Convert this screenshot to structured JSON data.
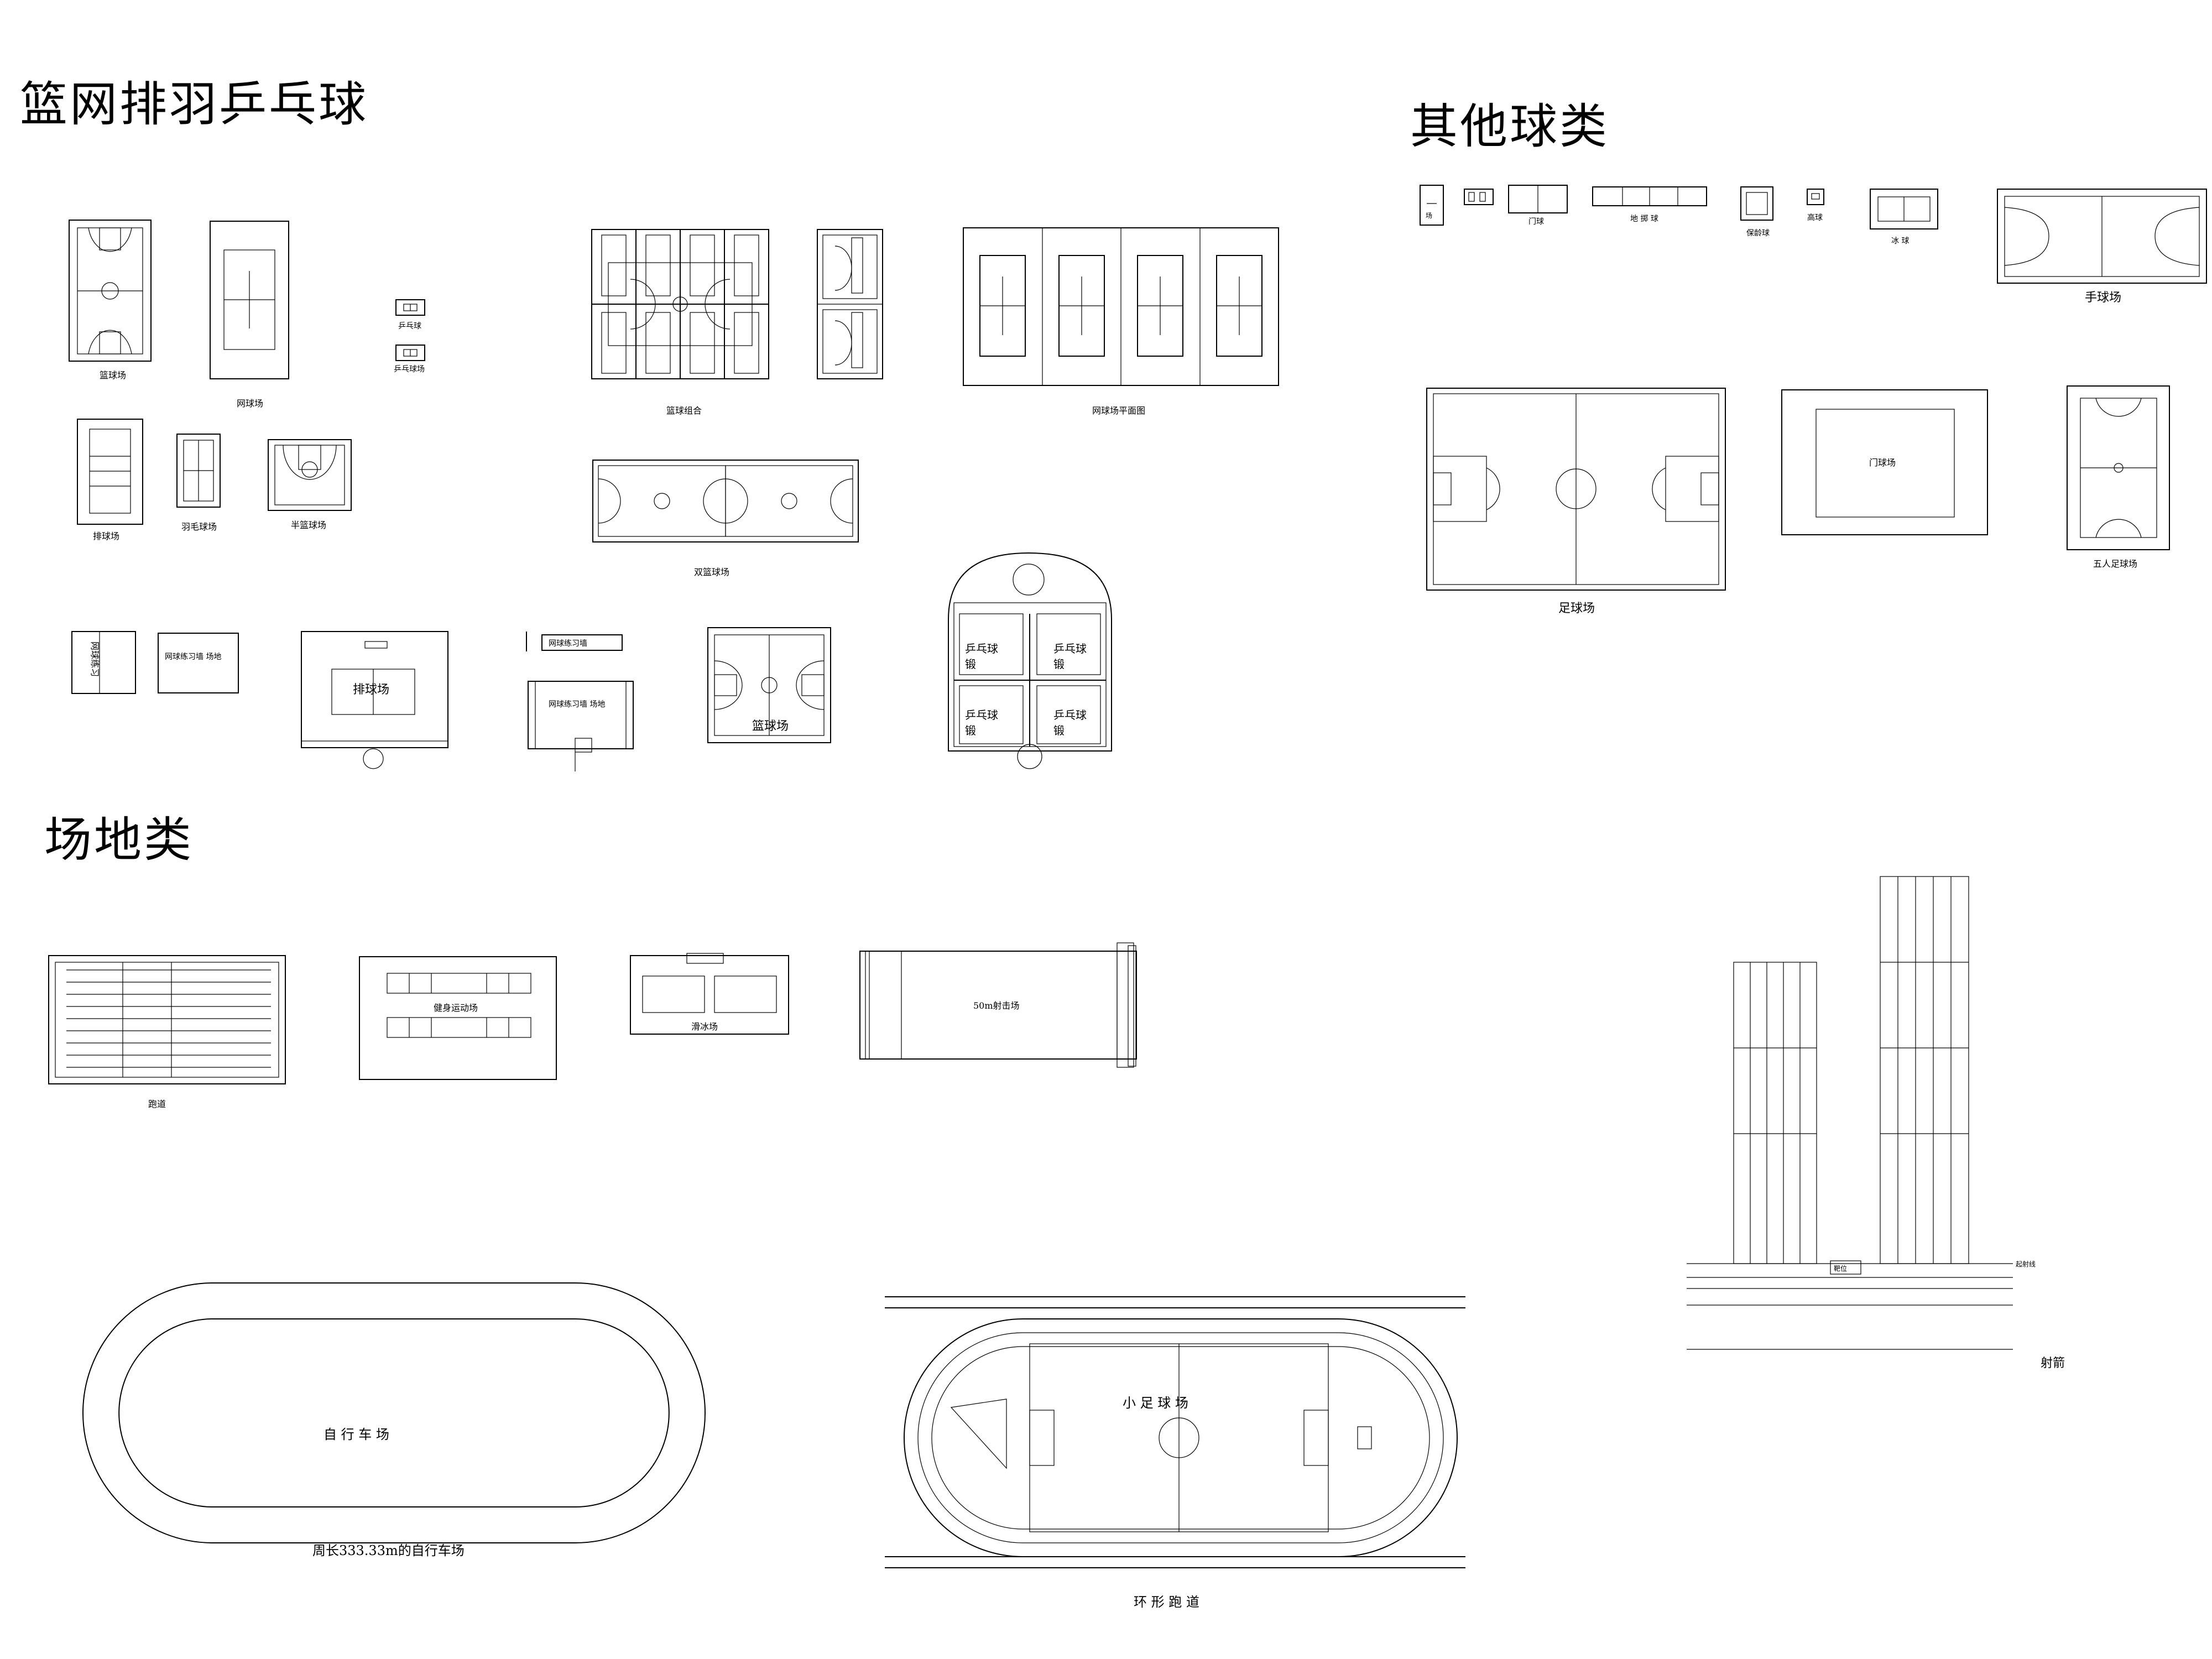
{
  "sections": {
    "ball_sports": "篮网排羽乒乓球",
    "other_ball_sports": "其他球类",
    "venues": "场地类"
  },
  "labels": {
    "basketball_court": "篮球场",
    "tennis_court": "网球场",
    "table_tennis_a": "乒乓球",
    "table_tennis_b": "乒乓球场",
    "volleyball_court": "排球场",
    "badminton_court": "羽毛球场",
    "half_basketball": "半篮球场",
    "basketball_combo": "篮球组合",
    "tennis_layout": "网球场平面图",
    "double_basketball": "双篮球场",
    "practice_side": "网球练习",
    "tennis_practice_wall": "网球练习墙 场地",
    "volleyball_court_2": "排球场",
    "tennis_practice_wall_2": "网球练习墙",
    "tennis_practice_wall_3": "网球练习墙 场地",
    "basketball_court_2": "篮球场",
    "complex_cell": "乒乓球",
    "complex_cell_2": "锻",
    "small_a": "场",
    "small_b": "门球",
    "small_c": "地 掷 球",
    "small_d": "保龄球",
    "small_e": "高球",
    "small_f": "冰 球",
    "handball_court": "手球场",
    "soccer_field": "足球场",
    "gateball_court": "门球场",
    "futsal_court": "五人足球场",
    "running_track": "跑道",
    "fitness_area": "健身运动场",
    "skating_rink": "滑冰场",
    "shooting_range": "50m射击场",
    "archery": "射箭",
    "archery_target": "靶位",
    "archery_line": "起射线",
    "velodrome": "自 行 车 场",
    "velodrome_caption": "周长333.33m的自行车场",
    "mini_soccer": "小 足 球 场",
    "running_track_2": "环 形 跑 道"
  }
}
